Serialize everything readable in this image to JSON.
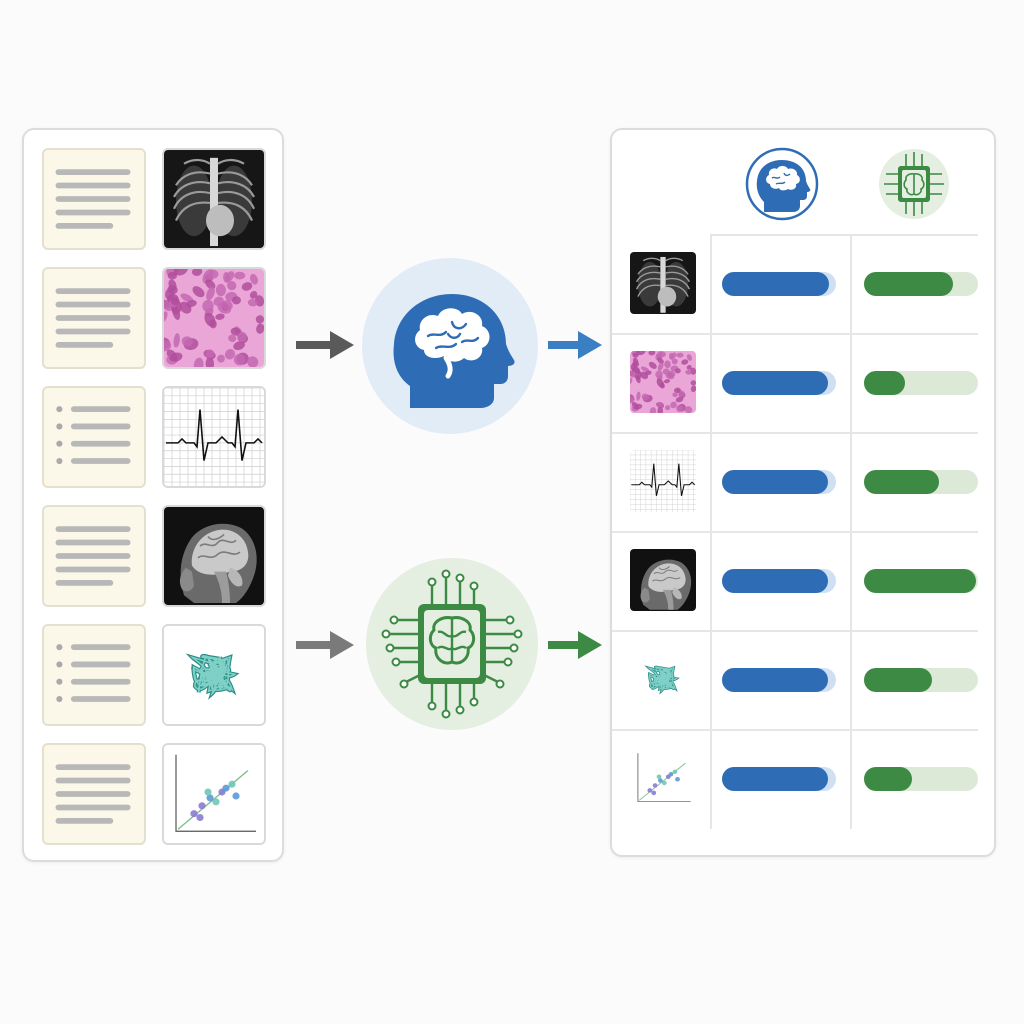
{
  "colors": {
    "human_blue": "#2e6db5",
    "human_track": "#cfe0f2",
    "ai_green": "#3d8a44",
    "ai_track": "#dde9d7",
    "arrow_gray": "#5a5a5a",
    "arrow_blue": "#3a7fc4",
    "arrow_green": "#3d8a44"
  },
  "sources": [
    {
      "text_style": "lines",
      "image": "chest-xray"
    },
    {
      "text_style": "lines",
      "image": "histology"
    },
    {
      "text_style": "bullets",
      "image": "ecg"
    },
    {
      "text_style": "lines",
      "image": "brain-mri"
    },
    {
      "text_style": "bullets",
      "image": "protein"
    },
    {
      "text_style": "lines",
      "image": "scatter-plot"
    }
  ],
  "evaluators": [
    {
      "name": "human-expert",
      "icon": "human-brain-head-icon"
    },
    {
      "name": "ai-model",
      "icon": "ai-chip-brain-icon"
    }
  ],
  "results": [
    {
      "modality": "chest-xray",
      "human": 0.94,
      "ai": 0.78
    },
    {
      "modality": "histology",
      "human": 0.93,
      "ai": 0.36
    },
    {
      "modality": "ecg",
      "human": 0.93,
      "ai": 0.66
    },
    {
      "modality": "brain-mri",
      "human": 0.93,
      "ai": 0.98
    },
    {
      "modality": "protein",
      "human": 0.93,
      "ai": 0.6
    },
    {
      "modality": "scatter-plot",
      "human": 0.93,
      "ai": 0.42
    }
  ]
}
